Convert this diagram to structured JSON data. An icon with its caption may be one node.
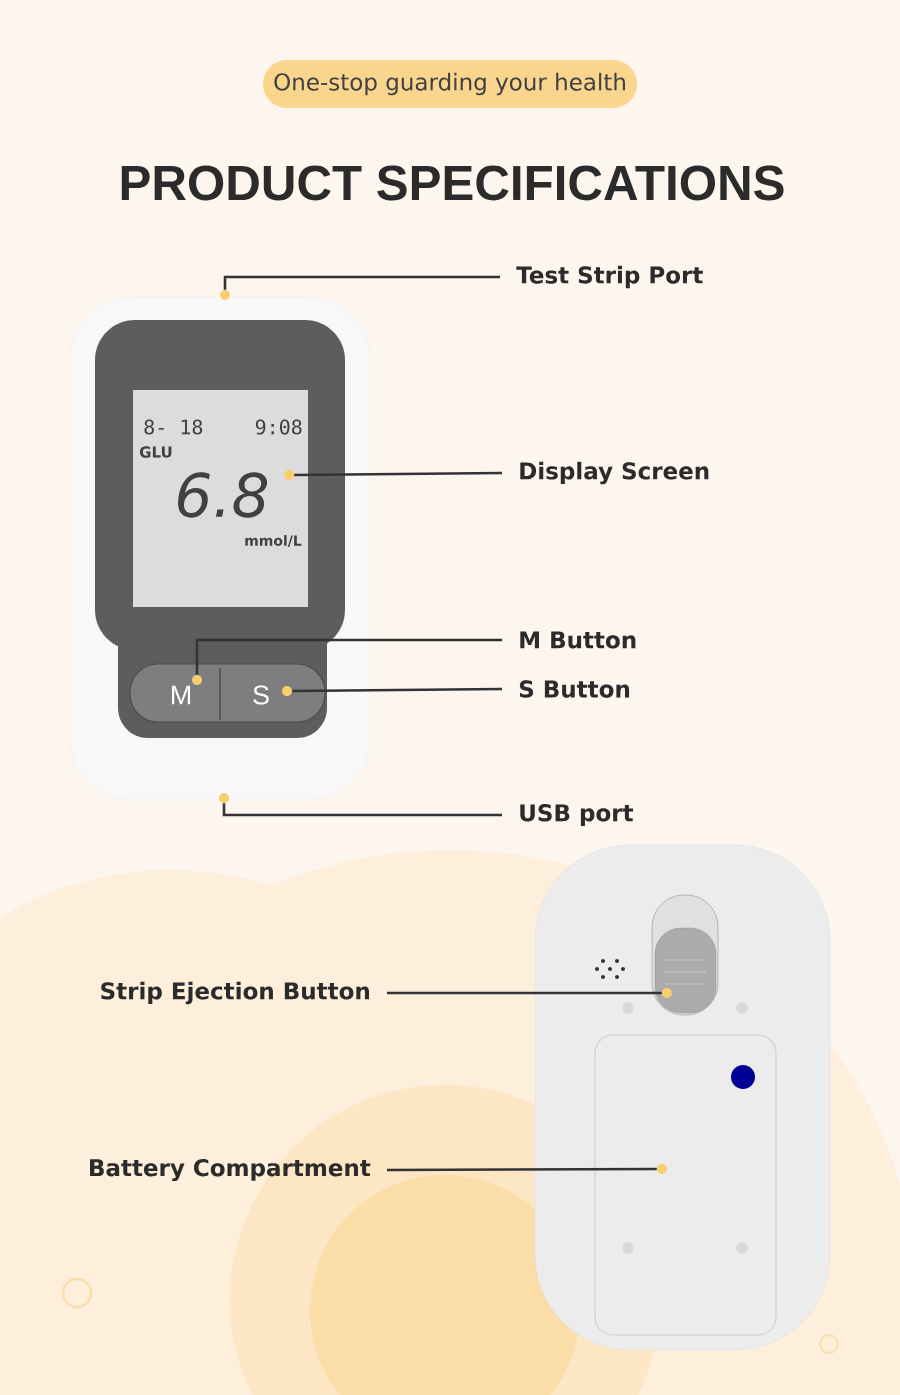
{
  "diagram": {
    "title": "PRODUCT SPECIFICATIONS",
    "nodes": [
      {
        "text": [
          "One-stop guarding your health"
        ]
      },
      {
        "text": [
          "Test Strip Port"
        ]
      },
      {
        "text": [],
        "shape": "circle"
      },
      {
        "text": [
          "Display Screen"
        ]
      },
      {
        "text": [],
        "shape": "circle"
      },
      {
        "text": [
          "M Button"
        ]
      },
      {
        "text": [],
        "shape": "circle"
      },
      {
        "text": [
          "S Button"
        ]
      },
      {
        "text": [],
        "shape": "circle"
      },
      {
        "text": [
          "USB port"
        ]
      },
      {
        "text": [],
        "shape": "circle"
      },
      {
        "text": [
          "Strip Ejection Button"
        ]
      },
      {
        "text": [],
        "shape": "circle"
      },
      {
        "text": [
          "Battery Compartment"
        ]
      },
      {
        "text": [],
        "shape": "circle"
      }
    ],
    "edges": [
      {
        "from": 1,
        "to": 2,
        "arrow": "none"
      },
      {
        "from": 3,
        "to": 4,
        "arrow": "none"
      },
      {
        "from": 5,
        "to": 6,
        "arrow": "none"
      },
      {
        "from": 7,
        "to": 8,
        "arrow": "none"
      },
      {
        "from": 9,
        "to": 10,
        "arrow": "none"
      },
      {
        "from": 11,
        "to": 12,
        "arrow": "none"
      },
      {
        "from": 13,
        "to": 14,
        "arrow": "none"
      }
    ],
    "labels": [
      "8- 18",
      "9:08",
      "GLU",
      "6.8",
      "mmol/L",
      "M",
      "S"
    ]
  }
}
